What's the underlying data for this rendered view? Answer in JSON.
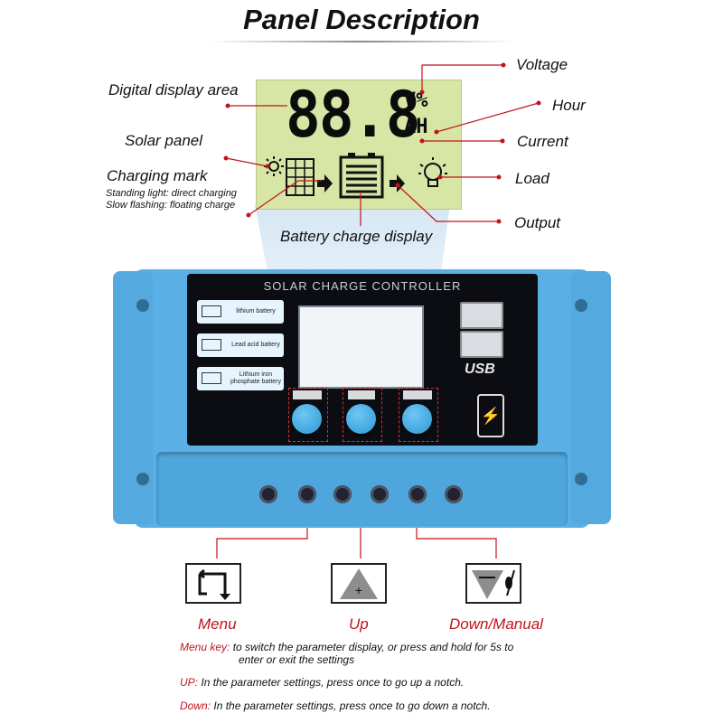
{
  "title": "Panel Description",
  "lcd": {
    "digits": "88.8",
    "unit_top": "V%",
    "unit_bottom": "AH"
  },
  "callouts_left": {
    "digital_display_area": "Digital display area",
    "solar_panel": "Solar panel",
    "charging_mark": "Charging mark",
    "charging_note_1": "Standing light: direct charging",
    "charging_note_2": "Slow flashing: floating charge"
  },
  "callouts_right": {
    "voltage": "Voltage",
    "hour": "Hour",
    "current": "Current",
    "load": "Load",
    "output": "Output"
  },
  "battery_charge_display": "Battery charge display",
  "controller": {
    "header": "SOLAR CHARGE CONTROLLER",
    "battery_types": [
      "lithium battery",
      "Lead acid battery",
      "Lithium iron phosphate battery"
    ],
    "usb_label": "USB",
    "body_color": "#5ab0e6"
  },
  "keys": {
    "menu": "Menu",
    "up": "Up",
    "down_manual": "Down/Manual"
  },
  "descriptions": {
    "menu_key_label": "Menu key:",
    "menu_key_line1": "to switch the parameter display, or press and hold for 5s to",
    "menu_key_line2": "enter or exit the settings",
    "up_label": "UP:",
    "up_text": "In the parameter settings, press once to go up a notch.",
    "down_label": "Down:",
    "down_text": "In the parameter settings, press once to go down a notch."
  },
  "colors": {
    "accent_red": "#c0141c",
    "lcd_green": "#d7e6a5",
    "controller_blue": "#5ab0e6"
  }
}
